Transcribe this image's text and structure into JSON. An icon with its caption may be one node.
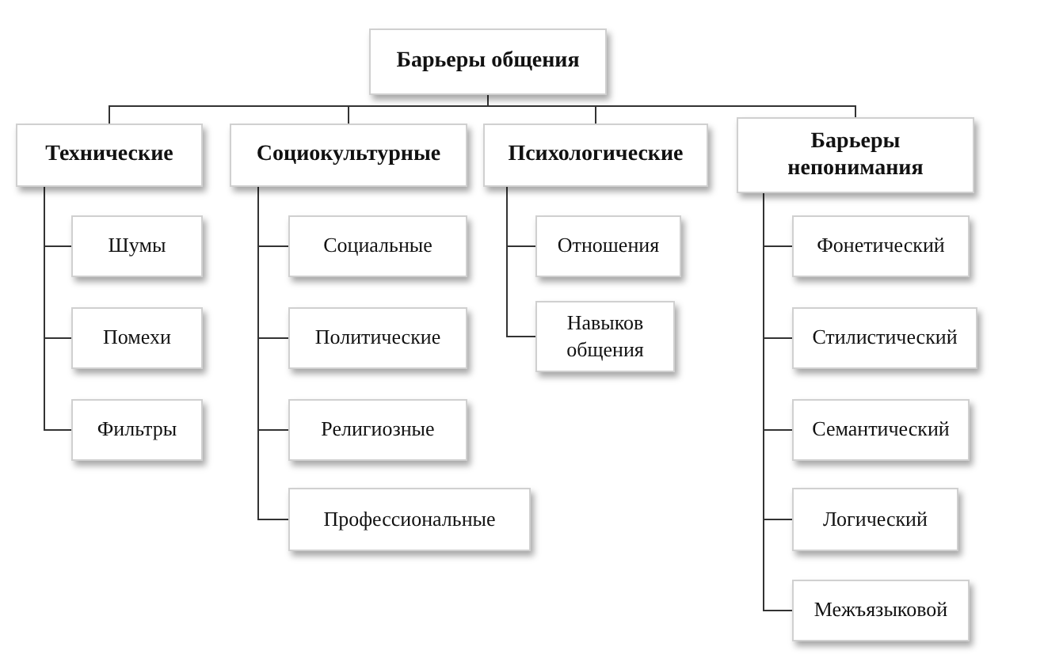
{
  "diagram": {
    "nodes": [
      {
        "text": [
          "Барьеры общения"
        ]
      },
      {
        "text": [
          "Технические"
        ]
      },
      {
        "text": [
          "Социокультурные"
        ]
      },
      {
        "text": [
          "Психологические"
        ]
      },
      {
        "text": [
          "Барьеры непонимания"
        ]
      },
      {
        "text": [
          "Шумы"
        ]
      },
      {
        "text": [
          "Помехи"
        ]
      },
      {
        "text": [
          "Фильтры"
        ]
      },
      {
        "text": [
          "Социальные"
        ]
      },
      {
        "text": [
          "Политические"
        ]
      },
      {
        "text": [
          "Религиозные"
        ]
      },
      {
        "text": [
          "Профессиональные"
        ]
      },
      {
        "text": [
          "Отношения"
        ]
      },
      {
        "text": [
          "Навыков общения"
        ]
      },
      {
        "text": [
          "Фонетический"
        ]
      },
      {
        "text": [
          "Стилистический"
        ]
      },
      {
        "text": [
          "Семантический"
        ]
      },
      {
        "text": [
          "Логический"
        ]
      },
      {
        "text": [
          "Межъязыковой"
        ]
      }
    ],
    "edges": [
      {
        "from": 0,
        "to": 1,
        "arrow": "none"
      },
      {
        "from": 0,
        "to": 2,
        "arrow": "none"
      },
      {
        "from": 0,
        "to": 3,
        "arrow": "none"
      },
      {
        "from": 0,
        "to": 4,
        "arrow": "none"
      },
      {
        "from": 1,
        "to": 5,
        "arrow": "none"
      },
      {
        "from": 1,
        "to": 6,
        "arrow": "none"
      },
      {
        "from": 1,
        "to": 7,
        "arrow": "none"
      },
      {
        "from": 2,
        "to": 8,
        "arrow": "none"
      },
      {
        "from": 2,
        "to": 9,
        "arrow": "none"
      },
      {
        "from": 2,
        "to": 10,
        "arrow": "none"
      },
      {
        "from": 2,
        "to": 11,
        "arrow": "none"
      },
      {
        "from": 3,
        "to": 12,
        "arrow": "none"
      },
      {
        "from": 3,
        "to": 13,
        "arrow": "none"
      },
      {
        "from": 4,
        "to": 14,
        "arrow": "none"
      },
      {
        "from": 4,
        "to": 15,
        "arrow": "none"
      },
      {
        "from": 4,
        "to": 16,
        "arrow": "none"
      },
      {
        "from": 4,
        "to": 17,
        "arrow": "none"
      },
      {
        "from": 4,
        "to": 18,
        "arrow": "none"
      }
    ]
  }
}
